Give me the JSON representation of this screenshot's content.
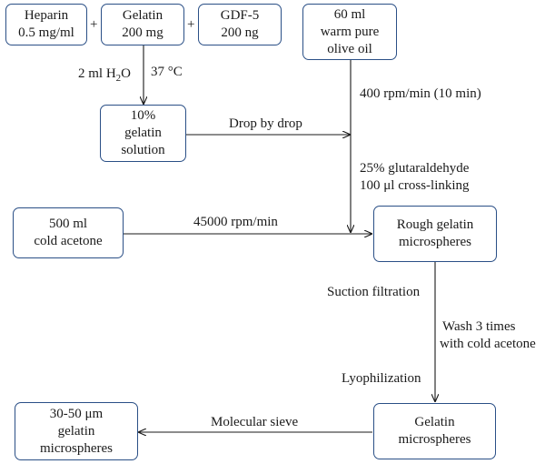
{
  "nodes": {
    "heparin": {
      "lines": [
        "Heparin",
        "0.5 mg/ml"
      ]
    },
    "gelatin": {
      "lines": [
        "Gelatin",
        "200 mg"
      ]
    },
    "gdf5": {
      "lines": [
        "GDF-5",
        "200 ng"
      ]
    },
    "olive_oil": {
      "lines": [
        "60 ml",
        "warm pure",
        "olive oil"
      ]
    },
    "gelatin_solution": {
      "lines": [
        "10%",
        "gelatin",
        "solution"
      ]
    },
    "cold_acetone": {
      "lines": [
        "500 ml",
        "cold acetone"
      ]
    },
    "rough_microspheres": {
      "lines": [
        "Rough gelatin",
        "microspheres"
      ]
    },
    "gelatin_microspheres": {
      "lines": [
        "Gelatin",
        "microspheres"
      ]
    },
    "final_microspheres": {
      "lines": [
        "30-50 μm",
        "gelatin",
        "microspheres"
      ]
    }
  },
  "labels": {
    "plus": "+",
    "water": "2 ml H",
    "water_sub": "2",
    "water_tail": "O",
    "temperature": "37 °C",
    "stirring": "400 rpm/min (10 min)",
    "drop": "Drop by drop",
    "glutaraldehyde": "25% glutaraldehyde",
    "crosslinking": "100 μl cross-linking",
    "centrifuge": "45000 rpm/min",
    "suction": "Suction filtration",
    "wash_1": "Wash 3 times",
    "wash_2": "with cold acetone",
    "lyophilization": "Lyophilization",
    "sieve": "Molecular sieve"
  },
  "colors": {
    "box_border": "#2a4f86",
    "arrow": "#1a1a1a",
    "text": "#1a1a1a"
  }
}
